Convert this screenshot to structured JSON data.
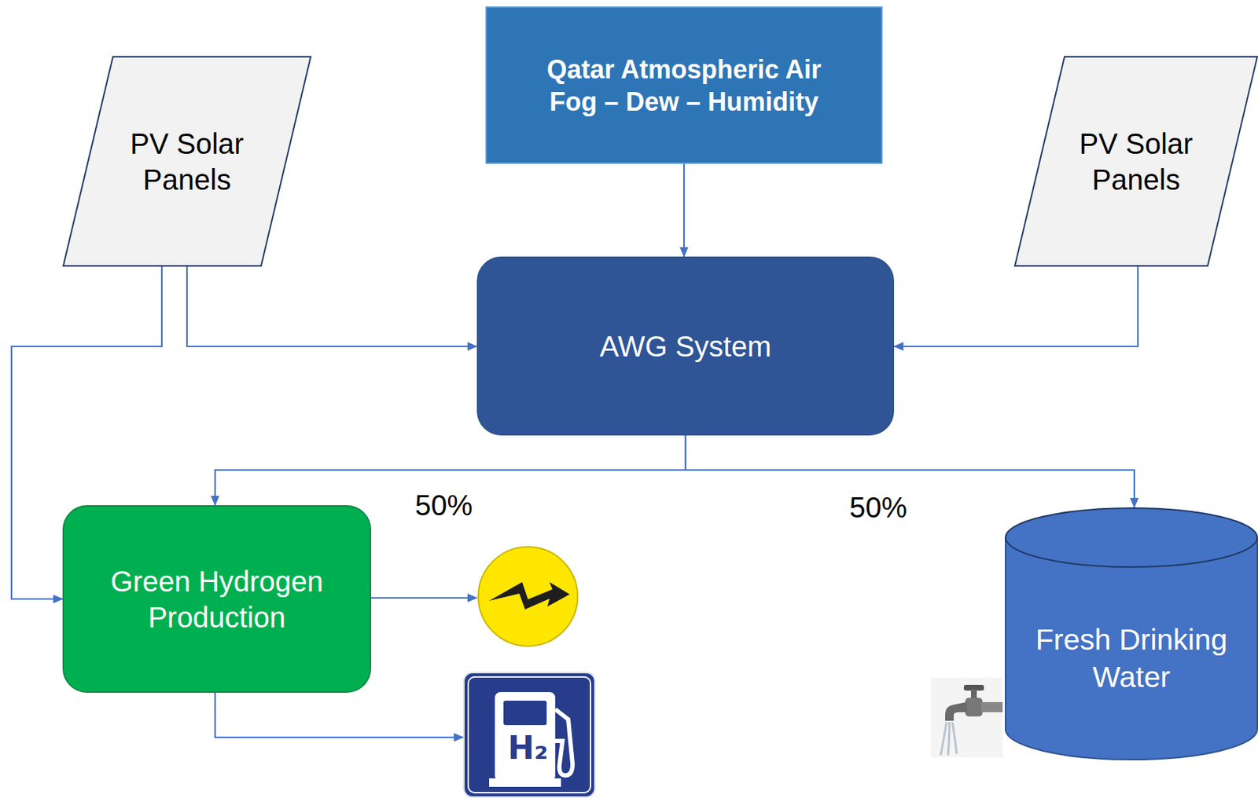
{
  "diagram": {
    "nodes": [
      {
        "text": [
          "PV Solar Panels"
        ]
      },
      {
        "text": [
          "Qatar Atmospheric Air Fog – Dew – Humidity"
        ]
      },
      {
        "text": [
          "PV Solar Panels"
        ]
      },
      {
        "text": [
          "AWG System"
        ]
      },
      {
        "text": [
          "Green Hydrogen Production"
        ]
      },
      {
        "text": [
          "Fresh Drinking Water"
        ]
      },
      {
        "text": [
          "H₂"
        ]
      }
    ],
    "edges": [
      {
        "from": 1,
        "to": 3,
        "arrow": "to"
      },
      {
        "from": 0,
        "to": 3,
        "arrow": "to"
      },
      {
        "from": 2,
        "to": 3,
        "arrow": "to"
      },
      {
        "from": 0,
        "to": 4,
        "arrow": "to"
      },
      {
        "from": 3,
        "to": 4,
        "label": "50%",
        "arrow": "to"
      },
      {
        "from": 3,
        "to": 5,
        "label": "50%",
        "arrow": "to"
      },
      {
        "from": 4,
        "to": 6,
        "arrow": "to"
      }
    ]
  }
}
